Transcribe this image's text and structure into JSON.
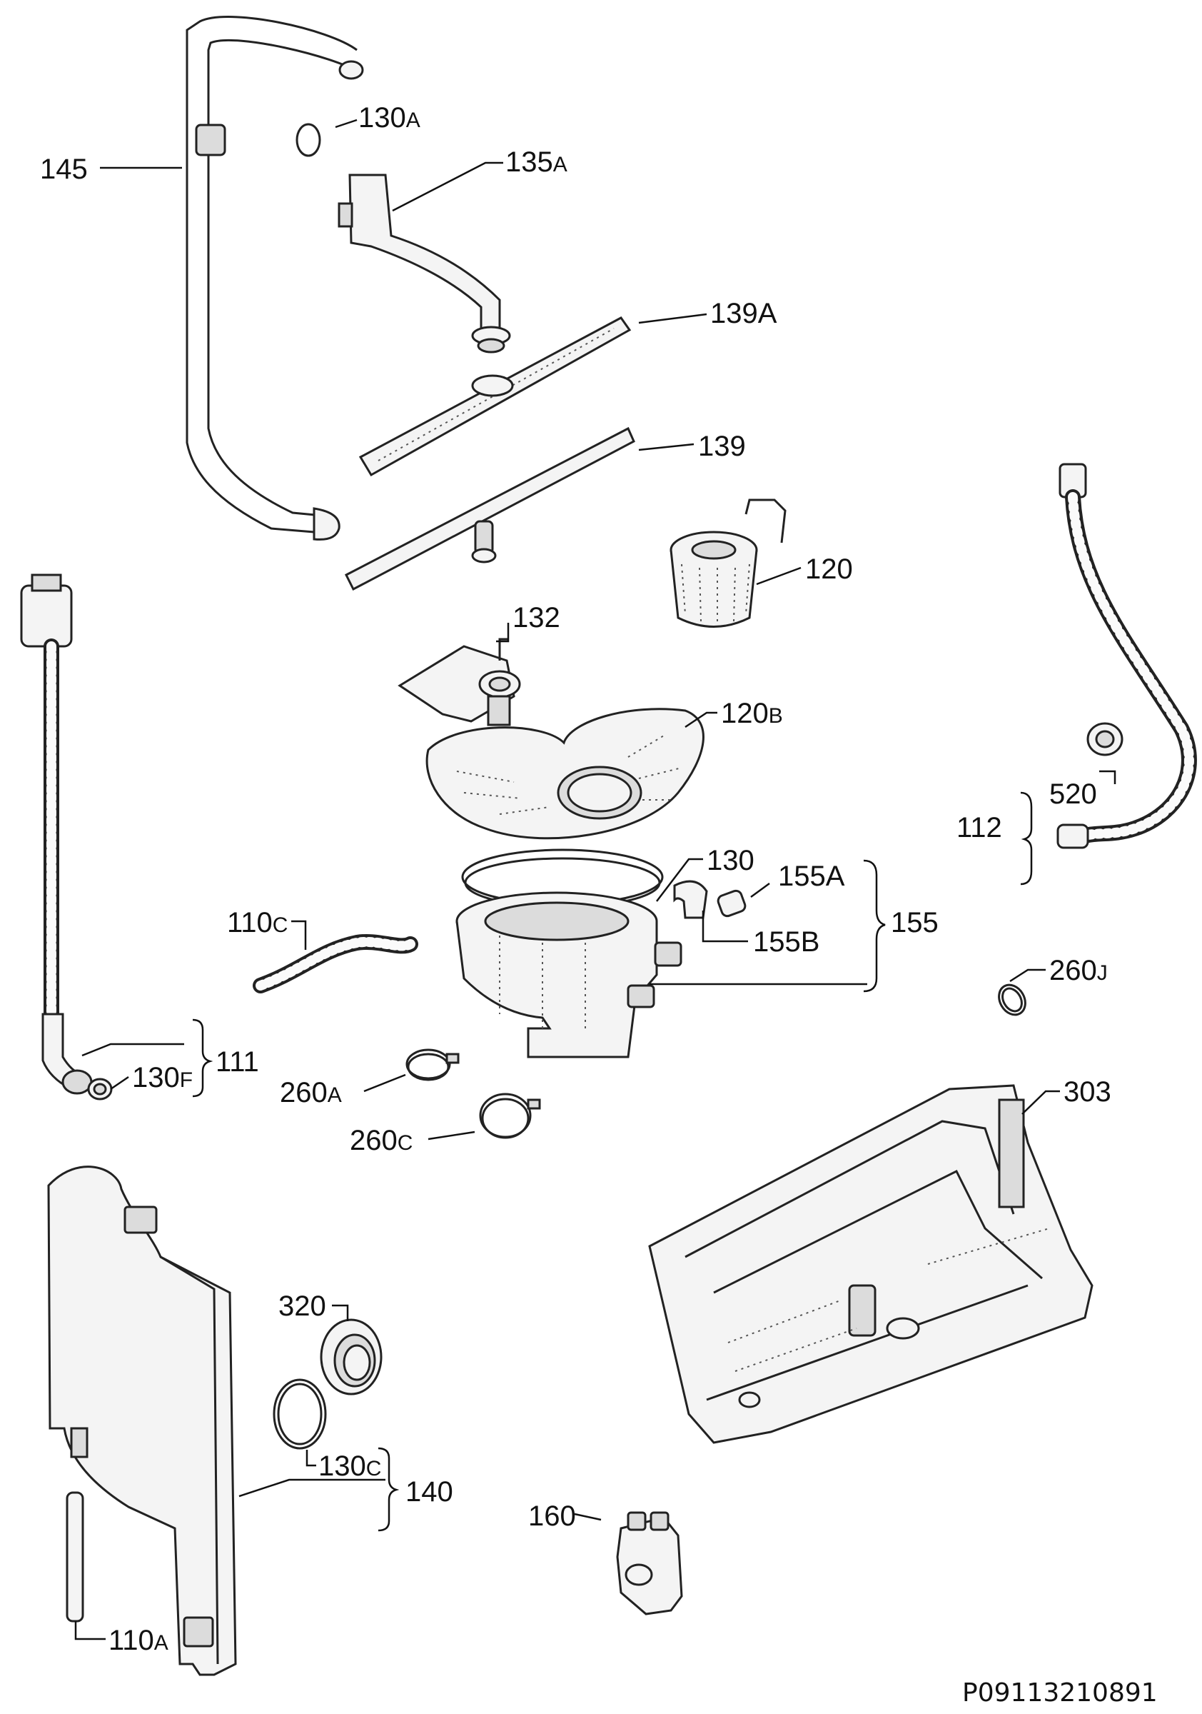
{
  "labels": {
    "p145": "145",
    "p130A": {
      "num": "130",
      "suf": "A"
    },
    "p135A": {
      "num": "135",
      "suf": "A"
    },
    "p139A": "139A",
    "p139": "139",
    "p120": "120",
    "p132": "132",
    "p120B": {
      "num": "120",
      "suf": "B"
    },
    "p520": "520",
    "p112": "112",
    "p130": "130",
    "p155A": "155A",
    "p155B": "155B",
    "p155": "155",
    "p110C": {
      "num": "110",
      "suf": "C"
    },
    "p260J": {
      "num": "260",
      "suf": "J"
    },
    "p111": "111",
    "p130F": {
      "num": "130",
      "suf": "F"
    },
    "p260A": {
      "num": "260",
      "suf": "A"
    },
    "p260C": {
      "num": "260",
      "suf": "C"
    },
    "p303": "303",
    "p320": "320",
    "p130C": {
      "num": "130",
      "suf": "C"
    },
    "p140": "140",
    "p160": "160",
    "p110A": {
      "num": "110",
      "suf": "A"
    }
  },
  "drawing_code": "P09113210891"
}
